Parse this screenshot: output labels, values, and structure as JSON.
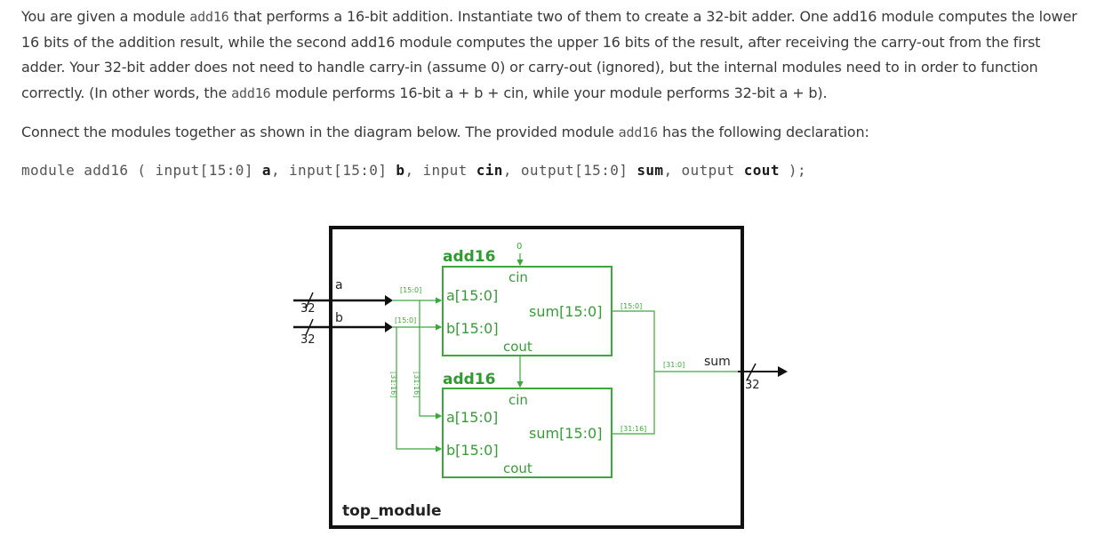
{
  "text": {
    "p1_a": "You are given a module ",
    "p1_mod1": "add16",
    "p1_b": " that performs a 16-bit addition. Instantiate two of them to create a 32-bit adder. One add16 module computes the lower 16 bits of the addition result, while the second add16 module computes the upper 16 bits of the result, after receiving the carry-out from the first adder. Your 32-bit adder does not need to handle carry-in (assume 0) or carry-out (ignored), but the internal modules need to in order to function correctly. (In other words, the ",
    "p1_mod2": "add16",
    "p1_c": " module performs 16-bit a + b + cin, while your module performs 32-bit a + b).",
    "p2_a": "Connect the modules together as shown in the diagram below. The provided module ",
    "p2_mod": "add16",
    "p2_b": " has the following declaration:"
  },
  "declaration": {
    "d1": "module add16 ( input[15:0] ",
    "a": "a",
    "d2": ", input[15:0] ",
    "b": "b",
    "d3": ", input ",
    "cin": "cin",
    "d4": ", output[15:0] ",
    "sum": "sum",
    "d5": ", output ",
    "cout": "cout",
    "d6": " );"
  },
  "diagram": {
    "module_name": "top_module",
    "input_a": "a",
    "input_b": "b",
    "bus_width_a": "32",
    "bus_width_b": "32",
    "bus_width_sum": "32",
    "output_sum": "sum",
    "slice_a_low": "[15:0]",
    "slice_b_low": "[15:0]",
    "slice_a_high": "[31:16]",
    "slice_b_high": "[31:16]",
    "slice_sum_low": "[15:0]",
    "slice_sum_high": "[31:16]",
    "slice_sum_full": "[31:0]",
    "carry_in_const": "0",
    "adder1": {
      "title": "add16",
      "cin": "cin",
      "a": "a[15:0]",
      "b": "b[15:0]",
      "sum": "sum[15:0]",
      "cout": "cout"
    },
    "adder2": {
      "title": "add16",
      "cin": "cin",
      "a": "a[15:0]",
      "b": "b[15:0]",
      "sum": "sum[15:0]",
      "cout": "cout"
    },
    "colors": {
      "wire": "#3ca83c",
      "title": "#2f9a2f",
      "port": "#3a9a3a",
      "frame": "#111111"
    }
  }
}
